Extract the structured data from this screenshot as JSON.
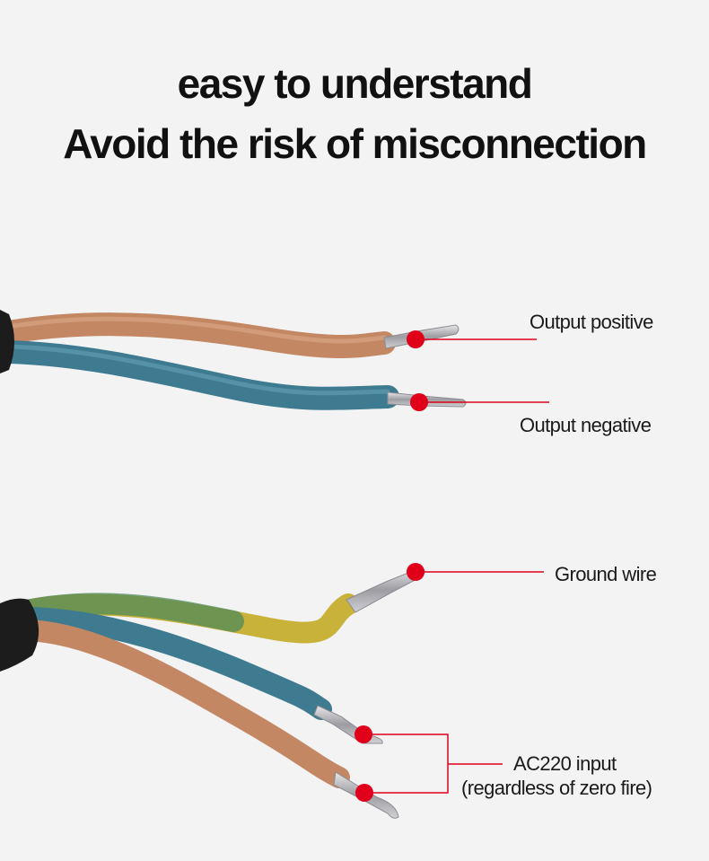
{
  "headline": {
    "line1": "easy to understand",
    "line2": "Avoid the risk of misconnection"
  },
  "labels": {
    "output_positive": "Output positive",
    "output_negative": "Output negative",
    "ground_wire": "Ground wire",
    "ac220_line1": "AC220 input",
    "ac220_line2": "(regardless of zero fire)"
  },
  "colors": {
    "background": "#f3f3f3",
    "marker": "#e0001a",
    "brown_wire": "#c48763",
    "blue_wire": "#3e7b90",
    "yellow_green_wire": "#c8b23a",
    "sheath": "#1c1c1c",
    "copper": "#b9b9bd"
  }
}
